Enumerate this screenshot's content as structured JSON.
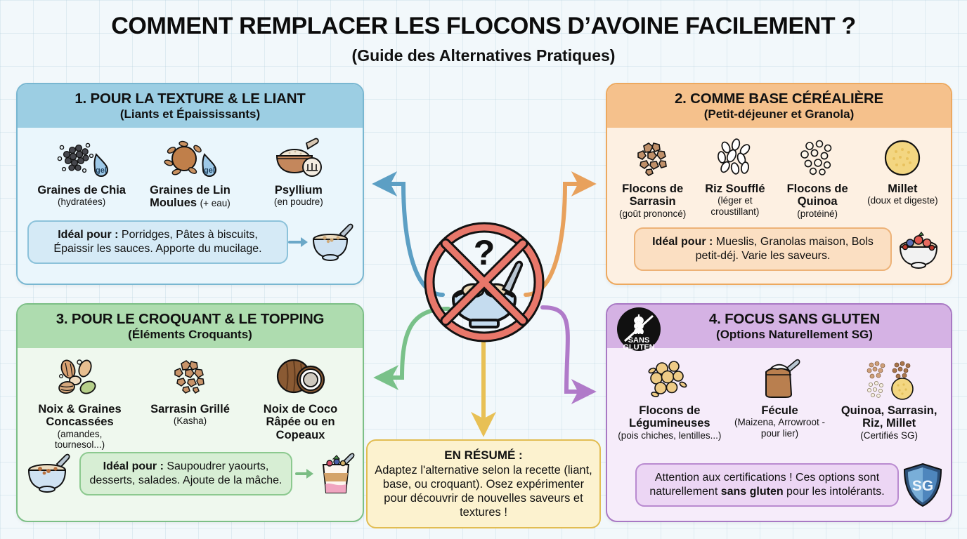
{
  "header": {
    "title": "COMMENT REMPLACER LES FLOCONS D’AVOINE FACILEMENT ?",
    "subtitle": "(Guide des Alternatives Pratiques)"
  },
  "center": {
    "icon": "no-oatmeal-bowl-question-icon",
    "question_mark": "?"
  },
  "panels": [
    {
      "id": "p1",
      "number": "1.",
      "title": "1. POUR LA TEXTURE & LE LIANT",
      "subtitle": "(Liants et Épaississants)",
      "color": "#9ccee3",
      "border": "#79b7d1",
      "body_bg": "#eaf6fc",
      "items": [
        {
          "name": "Graines de Chia",
          "note": "(hydratées)",
          "icon": "chia-seeds-gel-icon",
          "gel_label": "gel"
        },
        {
          "name": "Graines de Lin Moulues",
          "note_inline": "(+ eau)",
          "note": "",
          "icon": "flax-seeds-gel-icon",
          "gel_label": "gel"
        },
        {
          "name": "Psyllium",
          "note": "(en poudre)",
          "icon": "psyllium-bowl-icon"
        }
      ],
      "callout": {
        "label": "Idéal pour :",
        "text": " Porridges, Pâtes à biscuits, Épaissir les sauces. Apporte du mucilage.",
        "icon": "porridge-bowl-icon"
      }
    },
    {
      "id": "p2",
      "number": "2.",
      "title": "2. COMME BASE CÉRÉALIÈRE",
      "subtitle": "(Petit-déjeuner et Granola)",
      "color": "#f5c18c",
      "border": "#eda95f",
      "body_bg": "#fdf0e2",
      "items": [
        {
          "name": "Flocons de Sarrasin",
          "note": "(goût prononcé)",
          "icon": "buckwheat-flakes-icon"
        },
        {
          "name": "Riz Soufflé",
          "note": "(léger et croustillant)",
          "icon": "puffed-rice-icon"
        },
        {
          "name": "Flocons de Quinoa",
          "note": "(protéiné)",
          "icon": "quinoa-flakes-icon"
        },
        {
          "name": "Millet",
          "note": "(doux et digeste)",
          "icon": "millet-grain-icon"
        }
      ],
      "callout": {
        "label": "Idéal pour :",
        "text": " Mueslis, Granolas maison, Bols petit-déj. Varie les saveurs.",
        "icon": "berry-bowl-icon"
      }
    },
    {
      "id": "p3",
      "number": "3.",
      "title": "3. POUR LE CROQUANT & LE TOPPING",
      "subtitle": "(Éléments Croquants)",
      "color": "#aedcaf",
      "border": "#7cbf86",
      "body_bg": "#eff8ee",
      "items": [
        {
          "name": "Noix & Graines Concassées",
          "note": "(amandes, tournesol...)",
          "icon": "nuts-seeds-icon"
        },
        {
          "name": "Sarrasin Grillé",
          "note": "(Kasha)",
          "icon": "toasted-buckwheat-icon"
        },
        {
          "name": "Noix de Coco Râpée ou en Copeaux",
          "note": "",
          "icon": "coconut-icon"
        }
      ],
      "callout": {
        "label": "Idéal pour :",
        "text": " Saupoudrer yaourts, desserts, salades. Ajoute de la mâche.",
        "icon_left": "oat-bowl-icon",
        "icon": "yogurt-parfait-icon"
      }
    },
    {
      "id": "p4",
      "number": "4.",
      "title": "4. FOCUS SANS GLUTEN",
      "subtitle": "(Options Naturellement SG)",
      "color": "#d5b2e4",
      "border": "#a878c4",
      "body_bg": "#f6ecfa",
      "badge": {
        "icon": "no-gluten-wheat-icon",
        "line1": "SANS",
        "line2": "GLUTEN"
      },
      "items": [
        {
          "name": "Flocons de Légumineuses",
          "note": "(pois chiches, lentilles...)",
          "icon": "legume-flakes-icon"
        },
        {
          "name": "Fécule",
          "note": "(Maizena, Arrowroot - pour lier)",
          "icon": "starch-sack-icon"
        },
        {
          "name": "Quinoa, Sarrasin, Riz, Millet",
          "note": "(Certifiés SG)",
          "icon": "mixed-grains-icon"
        }
      ],
      "callout": {
        "text_1": "Attention aux certifications ! Ces options sont naturellement ",
        "bold": "sans gluten",
        "text_2": " pour les intolérants.",
        "icon": "sg-shield-icon",
        "shield_label": "SG"
      }
    }
  ],
  "summary": {
    "title": "EN RÉSUMÉ :",
    "text": "Adaptez l'alternative selon la recette (liant, base, ou croquant). Osez expérimenter pour découvrir de nouvelles saveurs et textures !",
    "bg": "#fcf2cf",
    "border": "#e2bd52"
  },
  "connectors": [
    {
      "to": "p1",
      "color": "#5c9fc4"
    },
    {
      "to": "p2",
      "color": "#e8a15c"
    },
    {
      "to": "p3",
      "color": "#79c189"
    },
    {
      "to": "p4",
      "color": "#b07ac9"
    },
    {
      "to": "summary",
      "color": "#e8c055"
    }
  ]
}
